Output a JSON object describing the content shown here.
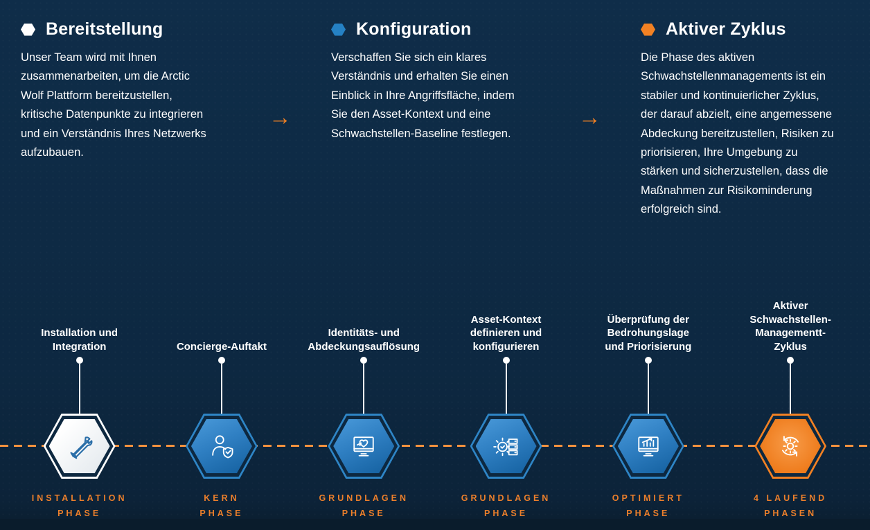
{
  "colors": {
    "background": "#0d2841",
    "accent_orange": "#f28123",
    "accent_blue": "#2581c4",
    "text_white": "#ffffff",
    "phase_label_orange": "#ec7f2b",
    "hex_blue_fill": "#2f7fc2",
    "hex_white_fill": "#ffffff",
    "tools_icon_blue": "#2a6ea8"
  },
  "columns": [
    {
      "title": "Bereitstellung",
      "bullet": "white-hexagon-bullet",
      "body": "Unser Team wird mit Ihnen\nzusammenarbeiten, um die Arctic\nWolf Plattform bereitzustellen,\nkritische Datenpunkte zu integrieren\nund ein Verständnis Ihres Netzwerks\naufzubauen."
    },
    {
      "title": "Konfiguration",
      "bullet": "blue-hexagon-bullet",
      "body": "Verschaffen Sie sich ein klares\nVerständnis und erhalten Sie einen\nEinblick in Ihre Angriffsfläche, indem\nSie den Asset-Kontext und eine\nSchwachstellen-Baseline festlegen."
    },
    {
      "title": "Aktiver Zyklus",
      "bullet": "orange-hexagon-bullet",
      "body": "Die Phase des aktiven\nSchwachstellenmanagements ist ein\nstabiler und kontinuierlicher Zyklus,\nder darauf abzielt, eine angemessene\nAbdeckung bereitzustellen, Risiken zu\npriorisieren, Ihre Umgebung zu\nstärken und sicherzustellen, dass die\nMaßnahmen zur Risikominderung\nerfolgreich sind."
    }
  ],
  "arrows": {
    "glyph": "→"
  },
  "timeline": {
    "steps": [
      {
        "title": "Installation und\nIntegration",
        "icon": "tools-icon",
        "hex_style": "white",
        "phase": "INSTALLATION\nPHASE"
      },
      {
        "title": "Concierge-Auftakt",
        "icon": "person-shield-icon",
        "hex_style": "blue",
        "phase": "KERN\nPHASE"
      },
      {
        "title": "Identitäts- und\nAbdeckungsauflösung",
        "icon": "monitor-heart-icon",
        "hex_style": "blue",
        "phase": "GRUNDLAGEN\nPHASE"
      },
      {
        "title": "Asset-Kontext\ndefinieren und\nkonfigurieren",
        "icon": "gear-server-icon",
        "hex_style": "blue",
        "phase": "GRUNDLAGEN\nPHASE"
      },
      {
        "title": "Überprüfung der\nBedrohungslage\nund Priorisierung",
        "icon": "monitor-chart-icon",
        "hex_style": "blue",
        "phase": "OPTIMIERT\nPHASE"
      },
      {
        "title": "Aktiver\nSchwachstellen-\nManagementt-\nZyklus",
        "icon": "cycle-gear-icon",
        "hex_style": "orange",
        "phase": "4 LAUFEND\nPHASEN"
      }
    ]
  }
}
